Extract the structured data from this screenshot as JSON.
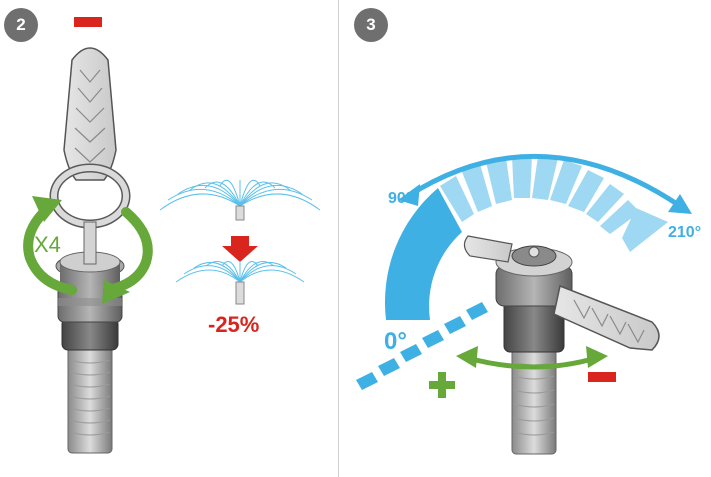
{
  "panels": [
    {
      "step": "2",
      "rotation_label": "X4",
      "reduction_label": "-25%"
    },
    {
      "step": "3",
      "angle_start_label": "0°",
      "angle_mid_label": "90°",
      "angle_end_label": "210°"
    }
  ],
  "colors": {
    "badge": "#6f6f6f",
    "green_arrow": "#66a83a",
    "red": "#d9251d",
    "blue_arc": "#3fb0e3",
    "light_blue": "#9fd8f2",
    "gray_part": "#5b5b5b"
  },
  "icons": {
    "minus": "minus-icon",
    "plus": "plus-icon",
    "down_arrow": "down-arrow-icon",
    "rotate": "rotate-arrows-icon"
  }
}
